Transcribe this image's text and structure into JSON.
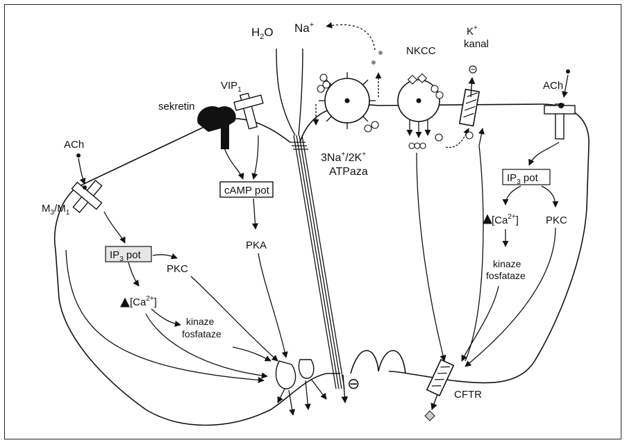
{
  "labels": {
    "h2o": "H",
    "h2o_sub": "2",
    "h2o_end": "O",
    "na": "Na",
    "na_sup": "+",
    "nkcc": "NKCC",
    "k_channel_line1": "K",
    "k_channel_sup": "+",
    "k_channel_line2": "kanal",
    "ach_left": "ACh",
    "ach_right": "ACh",
    "vip": "VIP",
    "vip_sub": "1",
    "sekretin": "sekretin",
    "m3m1": "M",
    "m3m1_sub1": "3",
    "m3m1_mid": "/M",
    "m3m1_sub2": "1",
    "camp": "cAMP pot",
    "pka": "PKA",
    "ip3_left": "IP",
    "ip3_left_sub": "3",
    "ip3_left_end": " pot",
    "ip3_right": "IP",
    "ip3_right_sub": "3",
    "ip3_right_end": " pot",
    "pkc_left": "PKC",
    "pkc_right": "PKC",
    "ca_left": "[Ca",
    "ca_left_sup": "2+",
    "ca_left_end": "]",
    "ca_right": "[Ca",
    "ca_right_sup": "2+",
    "ca_right_end": "]",
    "kinaze_left_1": "kinaze",
    "kinaze_left_2": "fosfataze",
    "kinaze_right_1": "kinaze",
    "kinaze_right_2": "fosfataze",
    "atpaza_1": "3Na",
    "atpaza_sup1": "+",
    "atpaza_mid": "/2K",
    "atpaza_sup2": "+",
    "atpaza_2": "ATPaza",
    "cftr": "CFTR",
    "minus": "⊖"
  },
  "colors": {
    "ink": "#111111",
    "box_fill_grey": "#e6e6e6"
  }
}
